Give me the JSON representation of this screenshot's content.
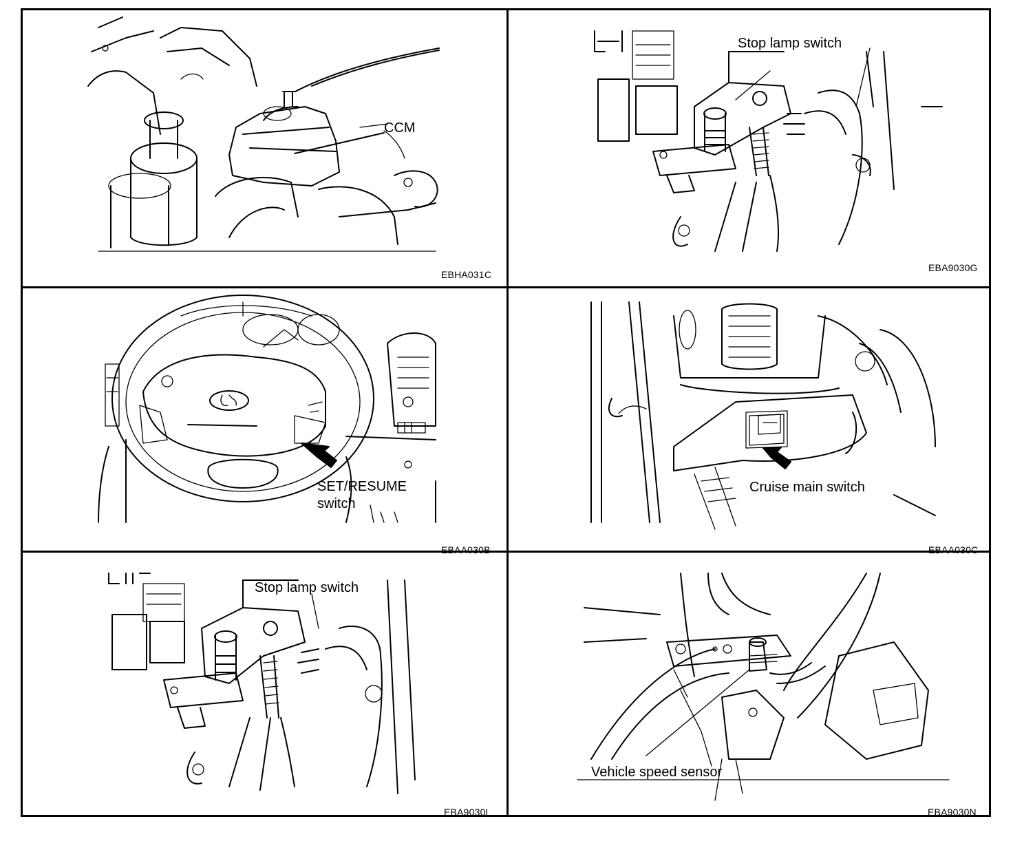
{
  "document": {
    "type": "service-manual-illustration-sheet",
    "panels": [
      {
        "id": "ccm",
        "callouts": [
          "CCM"
        ],
        "figure_code": "EBHA031C"
      },
      {
        "id": "stop-lamp-switch-1",
        "callouts": [
          "Stop lamp switch"
        ],
        "figure_code": "EBA9030G"
      },
      {
        "id": "set-resume-switch",
        "callouts": [
          "SET/RESUME",
          "switch"
        ],
        "figure_code": "EBAA030B"
      },
      {
        "id": "cruise-main-switch",
        "callouts": [
          "Cruise main switch"
        ],
        "figure_code": "EBAA030C"
      },
      {
        "id": "stop-lamp-switch-2",
        "callouts": [
          "Stop lamp switch"
        ],
        "figure_code": "EBA9030L"
      },
      {
        "id": "vehicle-speed-sensor",
        "callouts": [
          "Vehicle speed sensor"
        ],
        "figure_code": "EBA9030N"
      }
    ]
  }
}
